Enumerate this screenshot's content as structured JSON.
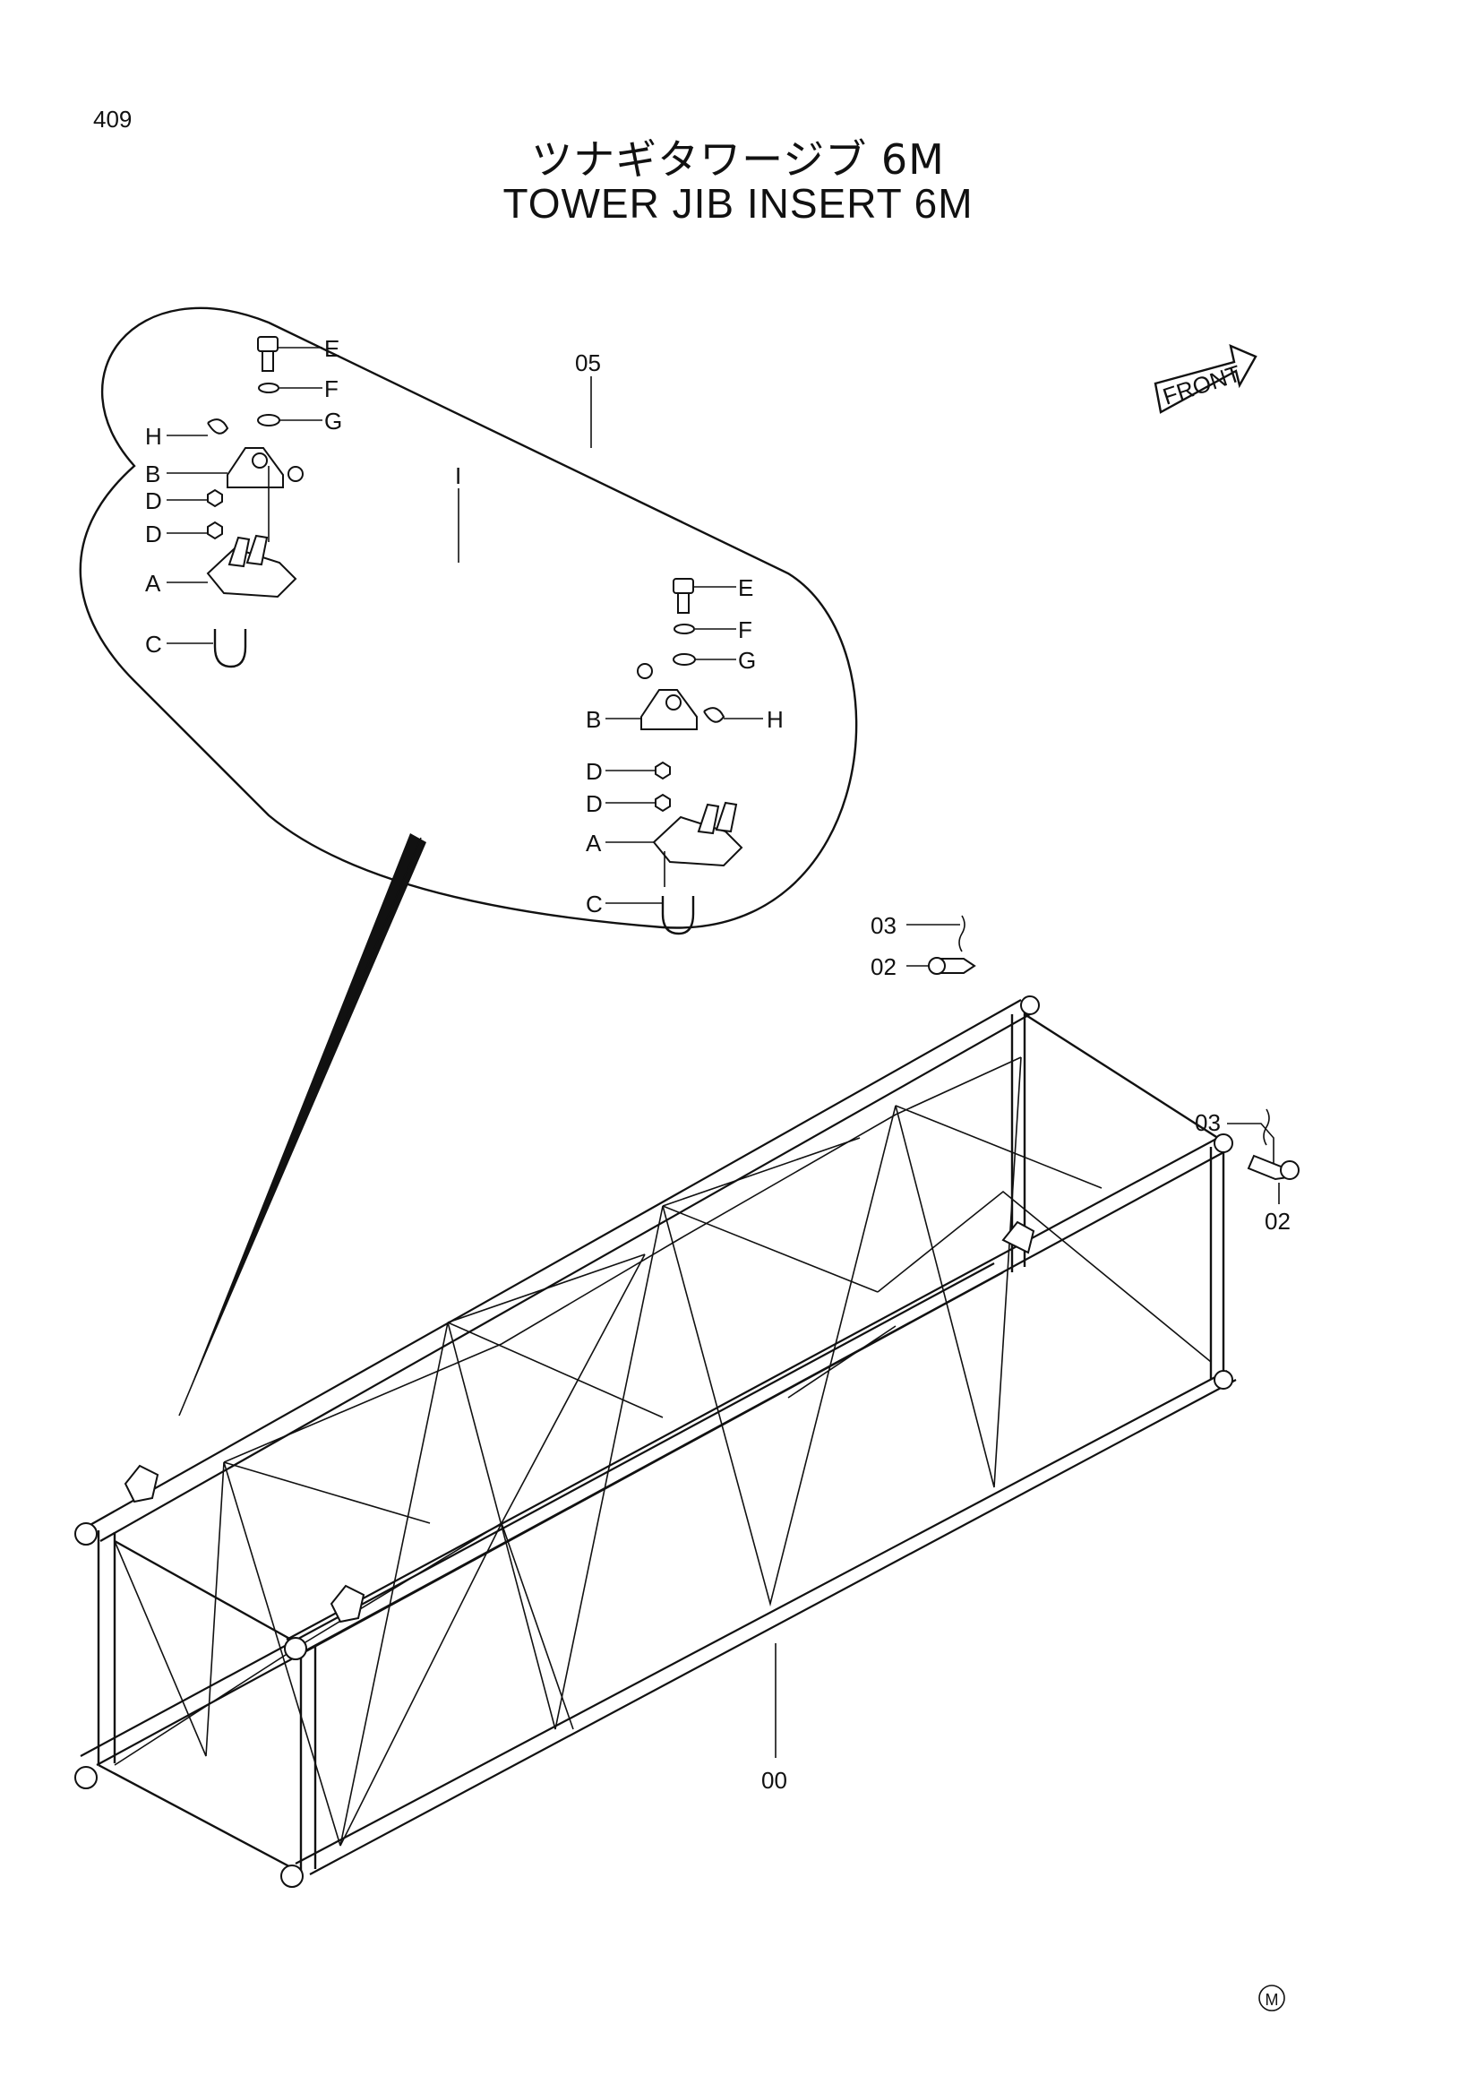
{
  "page_number": "409",
  "title_jp": "ツナギタワージブ 6M",
  "title_en": "TOWER JIB INSERT 6M",
  "front_label": "FRONT",
  "mark": "M",
  "callouts": {
    "c00": "00",
    "c02a": "02",
    "c02b": "02",
    "c03a": "03",
    "c03b": "03",
    "c05": "05",
    "shaft": "I",
    "left_E": "E",
    "left_F": "F",
    "left_G": "G",
    "left_H": "H",
    "left_B": "B",
    "left_D1": "D",
    "left_D2": "D",
    "left_A": "A",
    "left_C": "C",
    "right_E": "E",
    "right_F": "F",
    "right_G": "G",
    "right_H": "H",
    "right_B": "B",
    "right_D1": "D",
    "right_D2": "D",
    "right_A": "A",
    "right_C": "C"
  }
}
